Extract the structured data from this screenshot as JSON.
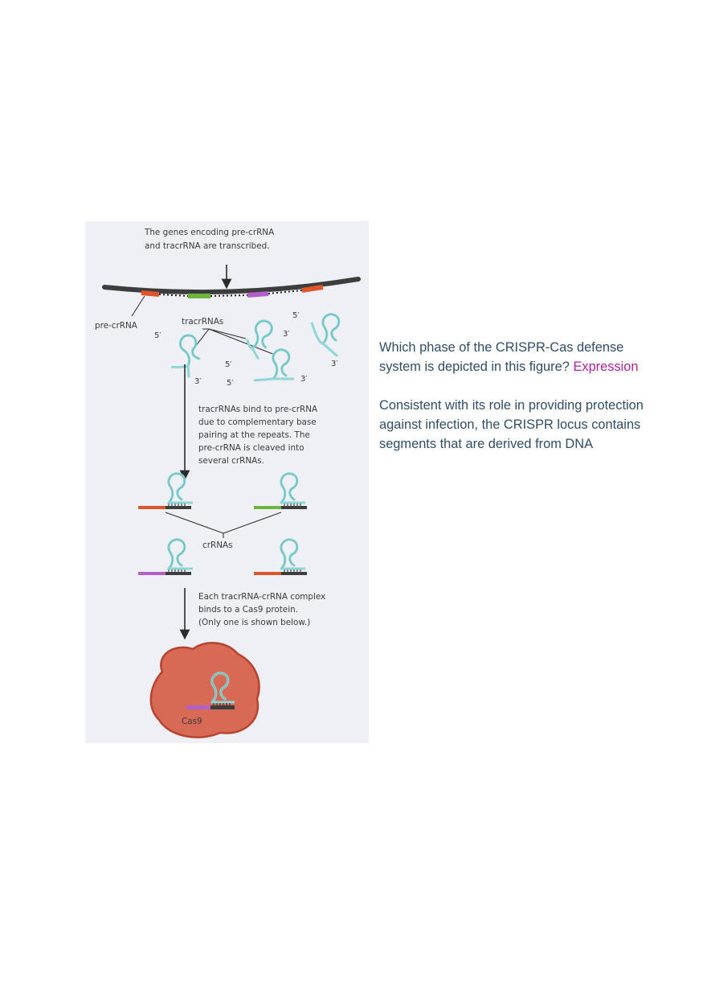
{
  "figure": {
    "caption_top": [
      "The genes encoding pre-crRNA",
      "and tracrRNA are transcribed."
    ],
    "label_pre_crrna": "pre-crRNA",
    "label_tracrrnas": "tracrRNAs",
    "prime5": "5′",
    "prime3": "3′",
    "caption_bind": [
      "tracrRNAs bind to pre-crRNA",
      "due to complementary base",
      "pairing at the repeats. The",
      "pre-crRNA is cleaved into",
      "several crRNAs."
    ],
    "label_crrnas": "crRNAs",
    "caption_complex": [
      "Each tracrRNA-crRNA complex",
      "binds to a Cas9 protein.",
      "(Only one is shown below.)"
    ],
    "label_cas9": "Cas9",
    "colors": {
      "orange": "#e0552a",
      "green": "#6bb53a",
      "purple": "#b061c9",
      "dark": "#3d3d3d",
      "rna": "#8fd6d6",
      "cas9_fill": "#d86a55",
      "cas9_stroke": "#b7432f"
    }
  },
  "question": {
    "q1_text": "Which phase of the CRISPR-Cas defense system is depicted in this figure?",
    "q1_answer": "Expression",
    "q2_text": "Consistent with its role in providing protection against infection, the CRISPR locus contains segments that are derived from  DNA"
  }
}
